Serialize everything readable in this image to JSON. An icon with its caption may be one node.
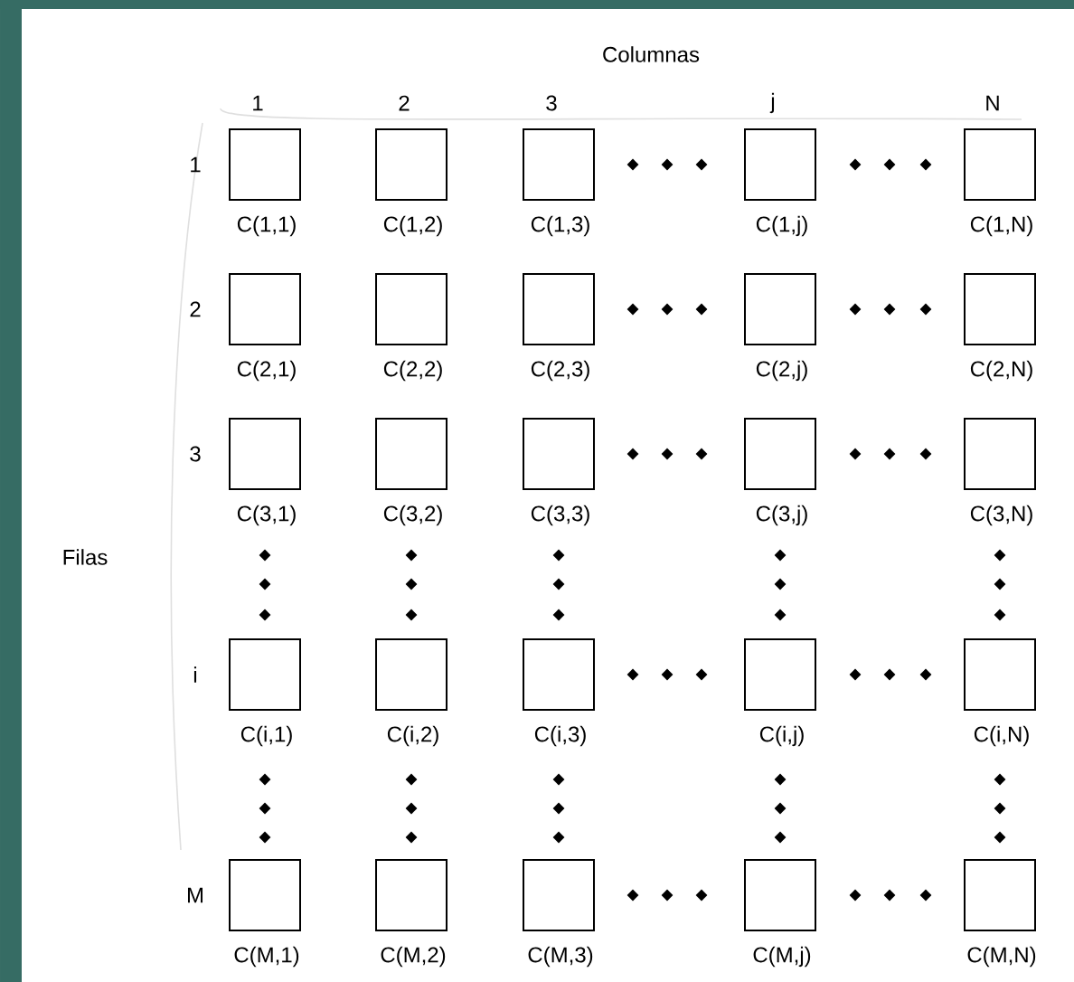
{
  "diagram": {
    "nodes": [
      {
        "text": [],
        "shape": "box",
        "beside": [
          "C(1,1)"
        ]
      },
      {
        "text": [],
        "shape": "box",
        "beside": [
          "C(1,2)"
        ]
      },
      {
        "text": [],
        "shape": "box",
        "beside": [
          "C(1,3)"
        ]
      },
      {
        "text": [],
        "shape": "box",
        "beside": [
          "C(1,j)"
        ]
      },
      {
        "text": [],
        "shape": "box",
        "beside": [
          "C(1,N)"
        ]
      },
      {
        "text": [],
        "shape": "box",
        "beside": [
          "C(2,1)"
        ]
      },
      {
        "text": [],
        "shape": "box",
        "beside": [
          "C(2,2)"
        ]
      },
      {
        "text": [],
        "shape": "box",
        "beside": [
          "C(2,3)"
        ]
      },
      {
        "text": [],
        "shape": "box",
        "beside": [
          "C(2,j)"
        ]
      },
      {
        "text": [],
        "shape": "box",
        "beside": [
          "C(2,N)"
        ]
      },
      {
        "text": [],
        "shape": "box",
        "beside": [
          "C(3,1)"
        ]
      },
      {
        "text": [],
        "shape": "box",
        "beside": [
          "C(3,2)"
        ]
      },
      {
        "text": [],
        "shape": "box",
        "beside": [
          "C(3,3)"
        ]
      },
      {
        "text": [],
        "shape": "box",
        "beside": [
          "C(3,j)"
        ]
      },
      {
        "text": [],
        "shape": "box",
        "beside": [
          "C(3,N)"
        ]
      },
      {
        "text": [],
        "shape": "box",
        "beside": [
          "C(i,1)"
        ]
      },
      {
        "text": [],
        "shape": "box",
        "beside": [
          "C(i,2)"
        ]
      },
      {
        "text": [],
        "shape": "box",
        "beside": [
          "C(i,3)"
        ]
      },
      {
        "text": [],
        "shape": "box",
        "beside": [
          "C(i,j)"
        ]
      },
      {
        "text": [],
        "shape": "box",
        "beside": [
          "C(i,N)"
        ]
      },
      {
        "text": [],
        "shape": "box",
        "beside": [
          "C(M,1)"
        ]
      },
      {
        "text": [],
        "shape": "box",
        "beside": [
          "C(M,2)"
        ]
      },
      {
        "text": [],
        "shape": "box",
        "beside": [
          "C(M,3)"
        ]
      },
      {
        "text": [],
        "shape": "box",
        "beside": [
          "C(M,j)"
        ]
      },
      {
        "text": [],
        "shape": "box",
        "beside": [
          "C(M,N)"
        ]
      }
    ],
    "labels": [
      "Columnas",
      "1",
      "2",
      "3",
      "j",
      "N",
      "1",
      "2",
      "3",
      "Filas",
      "i",
      "M"
    ]
  }
}
